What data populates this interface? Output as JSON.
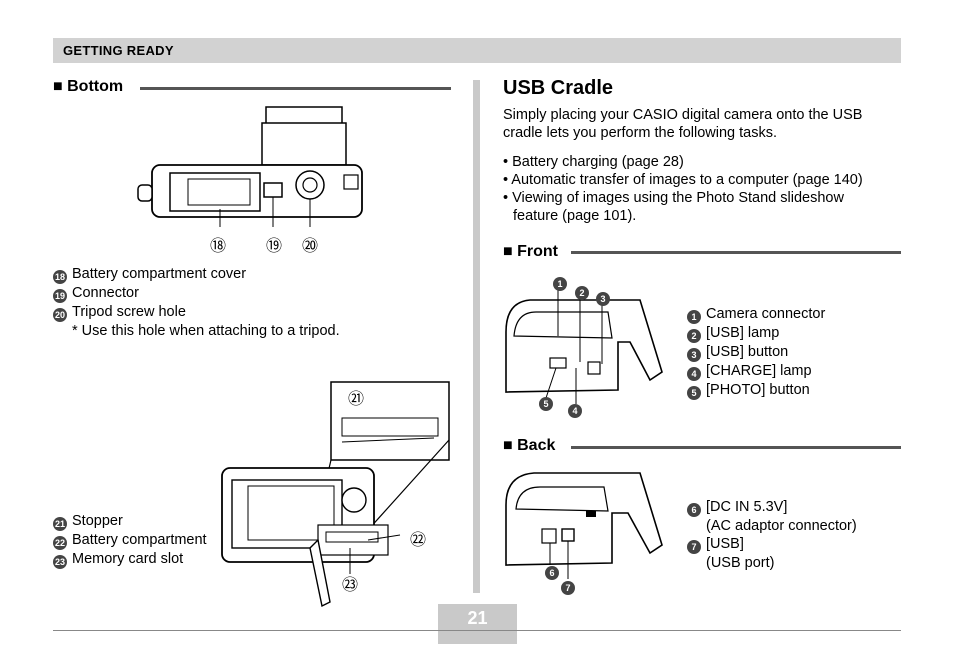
{
  "header": {
    "section": "GETTING READY"
  },
  "bottom": {
    "heading": "■ Bottom",
    "callouts_top": [
      "⑱",
      "⑲",
      "⑳"
    ],
    "items": [
      {
        "num": "18",
        "label": "Battery compartment cover"
      },
      {
        "num": "19",
        "label": "Connector"
      },
      {
        "num": "20",
        "label": "Tripod screw hole"
      }
    ],
    "note": "* Use this hole when attaching to a tripod.",
    "callouts_detail": [
      "㉑",
      "㉒",
      "㉓"
    ],
    "items2": [
      {
        "num": "21",
        "label": "Stopper"
      },
      {
        "num": "22",
        "label": "Battery compartment"
      },
      {
        "num": "23",
        "label": "Memory card slot"
      }
    ]
  },
  "usb": {
    "title": "USB Cradle",
    "intro": "Simply placing your CASIO digital camera onto the USB cradle lets you perform the following tasks.",
    "bullets": [
      "• Battery charging (page 28)",
      "• Automatic transfer of images to a computer (page 140)",
      "• Viewing of images using the Photo Stand slideshow",
      "feature (page 101)."
    ]
  },
  "front": {
    "heading": "■ Front",
    "items": [
      {
        "num": "1",
        "label": "Camera connector"
      },
      {
        "num": "2",
        "label": "[USB] lamp"
      },
      {
        "num": "3",
        "label": "[USB] button"
      },
      {
        "num": "4",
        "label": "[CHARGE] lamp"
      },
      {
        "num": "5",
        "label": "[PHOTO] button"
      }
    ]
  },
  "back": {
    "heading": "■ Back",
    "items": [
      {
        "num": "6",
        "label": "[DC IN 5.3V]",
        "sub": "(AC adaptor connector)"
      },
      {
        "num": "7",
        "label": "[USB]",
        "sub": "(USB port)"
      }
    ]
  },
  "page_number": "21"
}
